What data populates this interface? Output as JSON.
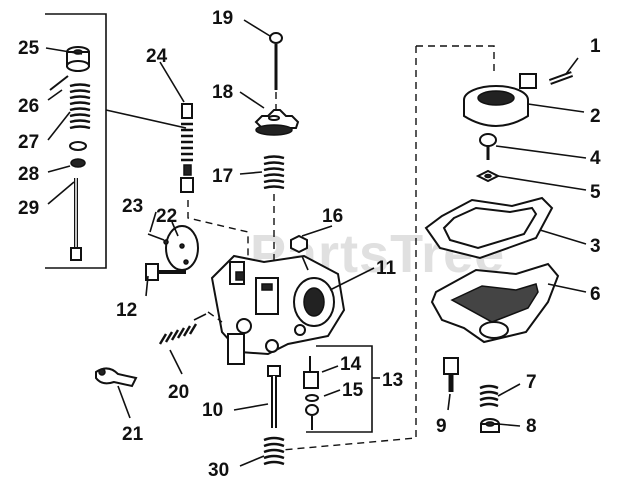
{
  "watermark": "PartsTree",
  "callouts": {
    "c1": "1",
    "c2": "2",
    "c3": "3",
    "c4": "4",
    "c5": "5",
    "c6": "6",
    "c7": "7",
    "c8": "8",
    "c9": "9",
    "c10": "10",
    "c11": "11",
    "c12": "12",
    "c13": "13",
    "c14": "14",
    "c15": "15",
    "c16": "16",
    "c17": "17",
    "c18": "18",
    "c19": "19",
    "c20": "20",
    "c21": "21",
    "c22": "22",
    "c23": "23",
    "c24": "24",
    "c25": "25",
    "c26": "26",
    "c27": "27",
    "c28": "28",
    "c29": "29",
    "c30": "30"
  }
}
